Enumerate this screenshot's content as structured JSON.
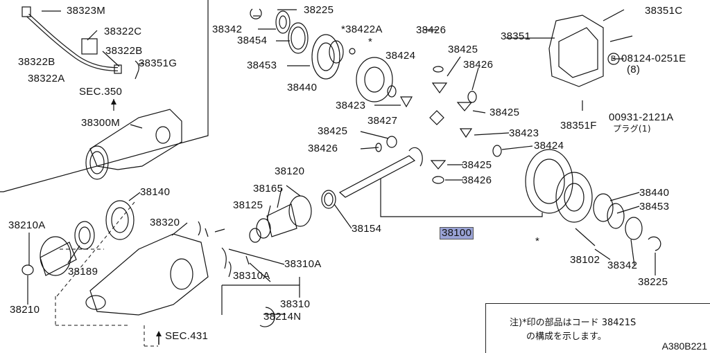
{
  "parts": {
    "p38323M": "38323M",
    "p38322C": "38322C",
    "p38322B_a": "38322B",
    "p38322B_b": "38322B",
    "p38351G": "38351G",
    "p38322A": "38322A",
    "sec350": "SEC.350",
    "p38300M": "38300M",
    "p38225_top": "38225",
    "p38342_top": "38342",
    "p38454": "38454",
    "p38453_top": "38453",
    "p38440_top": "38440",
    "p38422A": "*38422A",
    "p38424_top": "38424",
    "p38423_top": "38423",
    "p38426_a": "38426",
    "p38425_a": "38425",
    "p38426_b": "38426",
    "p38425_b": "38425",
    "p38427": "38427",
    "p38425_c": "38425",
    "p38426_c": "38426",
    "p38423_b": "38423",
    "p38424_b": "38424",
    "p38425_d": "38425",
    "p38426_d": "38426",
    "p38351C": "38351C",
    "p38351": "38351",
    "p08124": "08124-0251E",
    "p08124_qty": "(8)",
    "p00931": "00931-2121A",
    "p_plug": "プラグ(1)",
    "p38351F": "38351F",
    "p38120": "38120",
    "p38165": "38165",
    "p38125": "38125",
    "p38154": "38154",
    "p38100": "38100",
    "p38440_r": "38440",
    "p38453_r": "38453",
    "p38102": "38102",
    "p38342_r": "38342",
    "p38225_r": "38225",
    "p38140": "38140",
    "p38210A": "38210A",
    "p38189": "38189",
    "p38210": "38210",
    "p38320": "38320",
    "p38310A_a": "38310A",
    "p38310A_b": "38310A",
    "p38310": "38310",
    "p38214N": "38214N",
    "sec431": "SEC.431",
    "star_left": "*",
    "star_right": "*",
    "circled_b": "B"
  },
  "note": {
    "line1": "注)*印の部品はコード 38421S",
    "line2": "の構成を示します。"
  },
  "diagram_code": "A380B221"
}
